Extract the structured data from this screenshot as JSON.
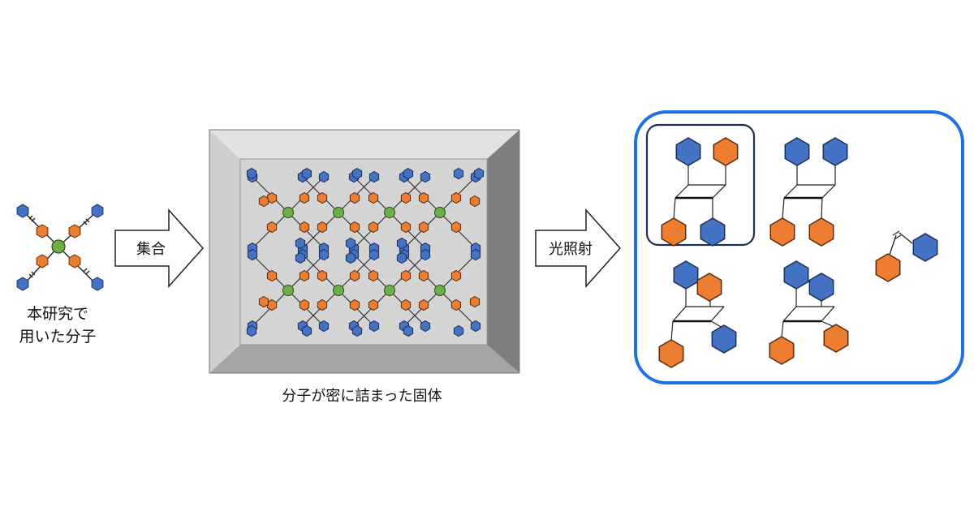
{
  "molecule_caption": {
    "line1": "本研究で",
    "line2": "用いた分子"
  },
  "arrows": {
    "assemble_label": "集合",
    "irradiate_label": "光照射"
  },
  "solid_caption": "分子が密に詰まった固体",
  "colors": {
    "blue_ring": "#4472c4",
    "orange_ring": "#ed7d31",
    "green_core": "#70ad47",
    "panel_border": "#1f6fe5",
    "highlight_border": "#1f2f4f",
    "frame_light": "#e4e4e4",
    "frame_dark": "#8a8a8a",
    "inner_panel": "#d6d6d6"
  }
}
